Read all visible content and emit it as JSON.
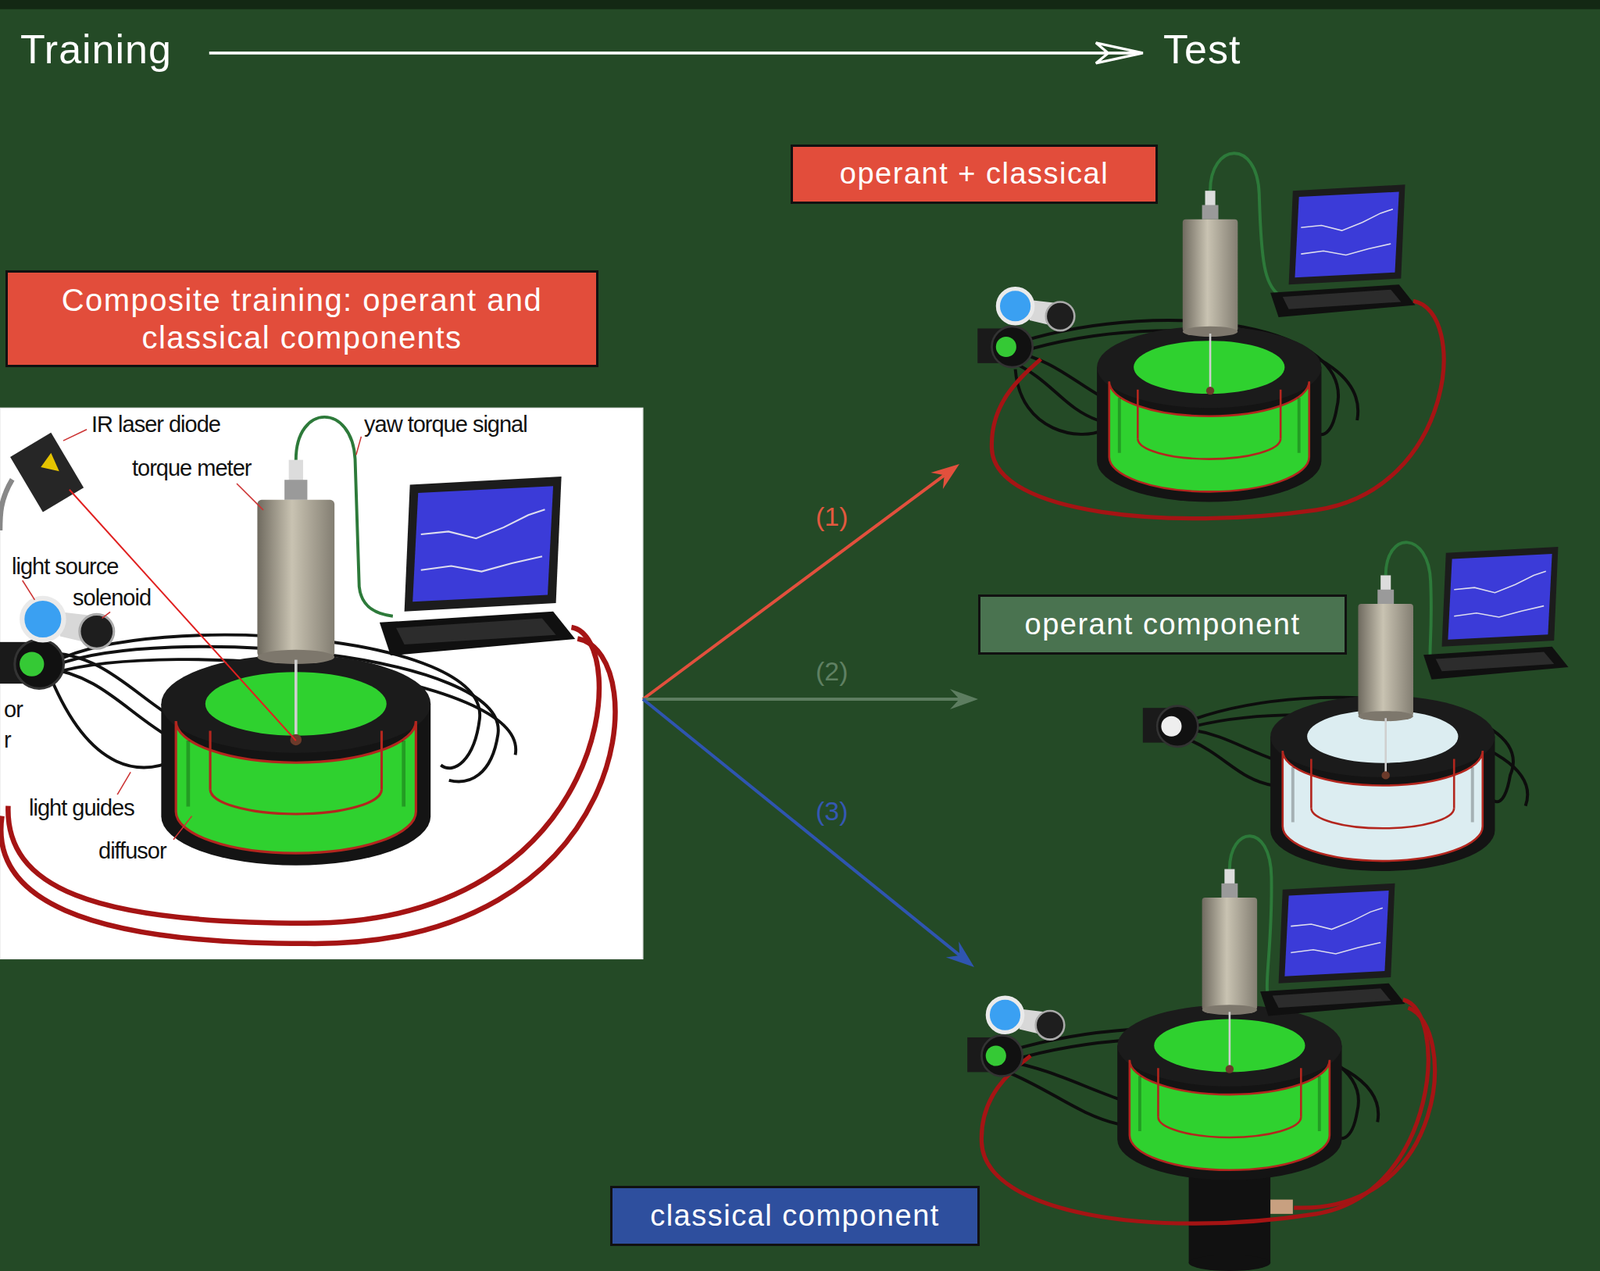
{
  "diagram": {
    "nodes": [
      {
        "text": [
          "Composite training: operant and classical components"
        ]
      },
      {
        "text": [
          "operant + classical"
        ]
      },
      {
        "text": [
          "operant component"
        ]
      },
      {
        "text": [
          "classical component"
        ]
      }
    ],
    "edges": [
      {
        "from": 0,
        "to": 1,
        "label": "(1)",
        "arrow": "to"
      },
      {
        "from": 0,
        "to": 2,
        "label": "(2)",
        "arrow": "to"
      },
      {
        "from": 0,
        "to": 3,
        "label": "(3)",
        "arrow": "to"
      }
    ],
    "labels": [
      "Training",
      "Test",
      "IR laser diode",
      "torque meter",
      "yaw torque signal",
      "light source",
      "solenoid",
      "or",
      "r",
      "light guides",
      "diffusor"
    ]
  }
}
